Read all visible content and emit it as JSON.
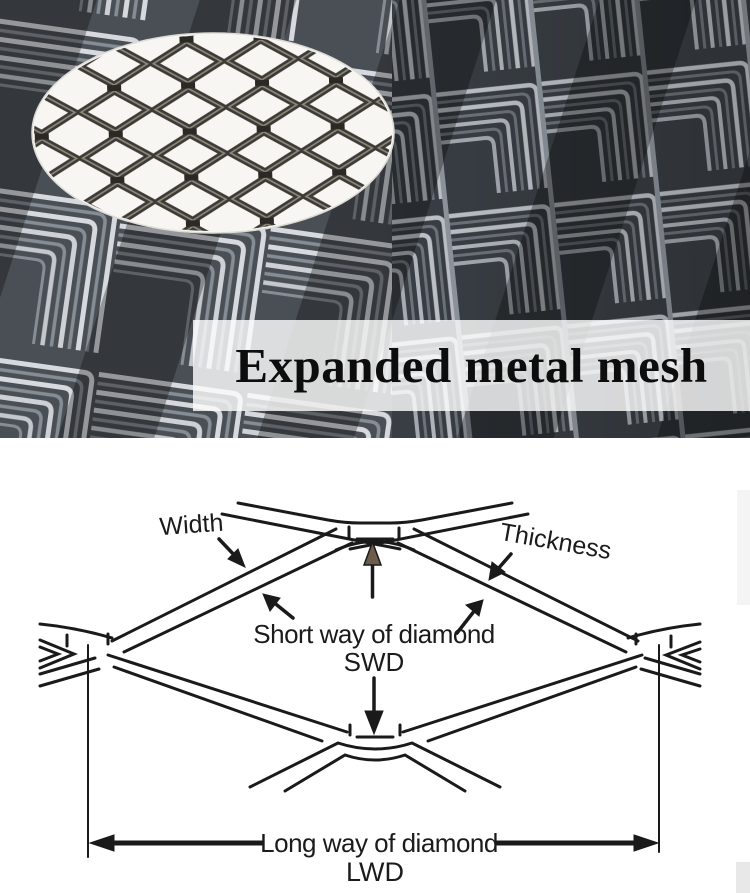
{
  "hero": {
    "title": "Expanded metal mesh",
    "banner_color": "#fdfdfd",
    "photo_dark": "#3a3f45",
    "photo_light": "#c2c6cc",
    "inset_background": "#f7f6f2",
    "inset_mesh_color": "#3c3a36"
  },
  "diagram": {
    "background": "#ffffff",
    "line_color": "#1a1a1a",
    "swd_arrowhead_color": "#6d5c4c",
    "labels": {
      "width": "Width",
      "thickness": "Thickness",
      "swd_line1": "Short way of diamond",
      "swd_line2": "SWD",
      "lwd_line1": "Long way of diamond",
      "lwd_line2": "LWD"
    },
    "icons": [
      "swd-up-arrow",
      "swd-down-arrow",
      "width-pointer-arrow",
      "thickness-pointer-arrow",
      "strand-inner-left-arrow",
      "strand-inner-right-arrow",
      "lwd-left-arrow",
      "lwd-right-arrow"
    ]
  }
}
